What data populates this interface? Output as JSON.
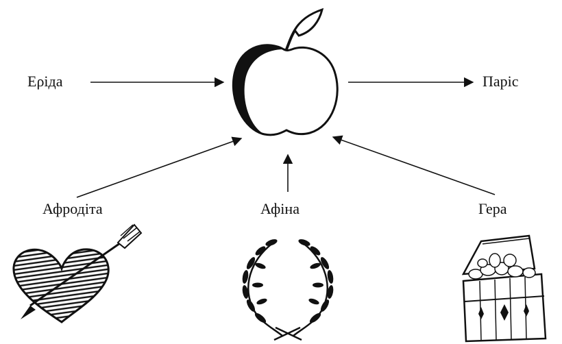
{
  "diagram": {
    "center": {
      "icon": "apple-icon"
    },
    "nodes": {
      "erida": "Ερіда",
      "paris": "Паріс",
      "aphrodite": "Афродіта",
      "athena": "Афіна",
      "hera": "Гера"
    },
    "icons": {
      "aphrodite": "heart-with-arrow-icon",
      "athena": "laurel-wreath-icon",
      "hera": "treasure-chest-icon"
    },
    "edges": [
      {
        "from": "Ερіда",
        "to": "apple"
      },
      {
        "from": "apple",
        "to": "Паріс"
      },
      {
        "from": "Афродіта",
        "to": "apple"
      },
      {
        "from": "Афіна",
        "to": "apple"
      },
      {
        "from": "Гера",
        "to": "apple"
      }
    ]
  }
}
